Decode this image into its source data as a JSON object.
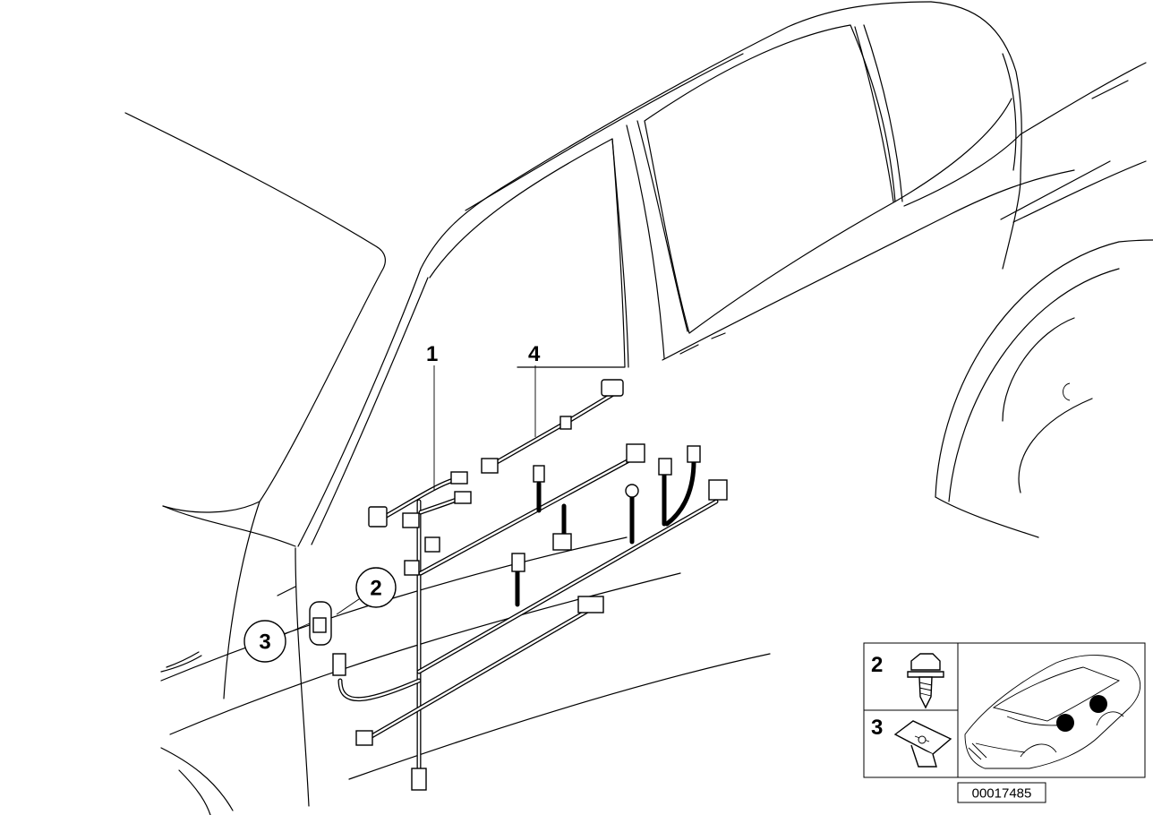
{
  "callouts": [
    {
      "id": "1",
      "label": "1",
      "circled": false
    },
    {
      "id": "2",
      "label": "2",
      "circled": true
    },
    {
      "id": "3",
      "label": "3",
      "circled": true
    },
    {
      "id": "4",
      "label": "4",
      "circled": false
    }
  ],
  "inset": {
    "items": [
      {
        "label": "2",
        "part": "screw-icon"
      },
      {
        "label": "3",
        "part": "clip-icon"
      }
    ],
    "marker_color": "#000000"
  },
  "reference_number": "00017485"
}
